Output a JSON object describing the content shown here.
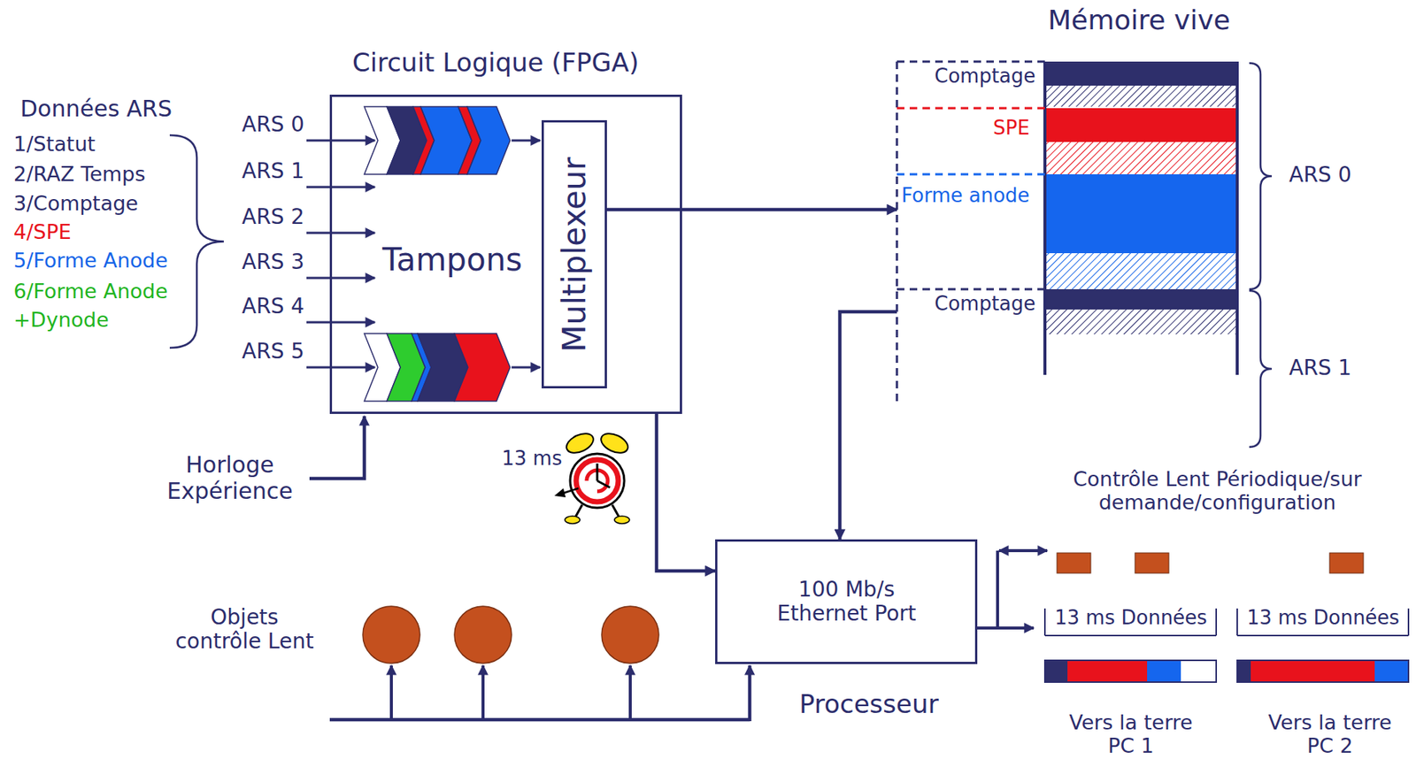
{
  "diagram": {
    "nodes": [
      {
        "text": [
          "Circuit Logique (FPGA)",
          "Tampons"
        ]
      },
      {
        "text": [
          "Multiplexeur"
        ],
        "in": 0
      },
      {
        "text": [
          "Mémoire vive"
        ]
      },
      {
        "text": [
          "100 Mb/s Ethernet Port",
          "Processeur"
        ]
      }
    ],
    "edges": [
      {
        "from": 1,
        "to": 2,
        "arrow": "to"
      },
      {
        "from": 0,
        "to": 3,
        "arrow": "to"
      },
      {
        "from": 2,
        "to": 3,
        "arrow": "to"
      }
    ],
    "labels": [
      "Données ARS",
      "1/Statut",
      "2/RAZ Temps",
      "3/Comptage",
      "4/SPE",
      "5/Forme Anode",
      "6/Forme Anode +Dynode",
      "ARS 0",
      "ARS 1",
      "ARS 2",
      "ARS 3",
      "ARS 4",
      "ARS 5",
      "Horloge Expérience",
      "13 ms",
      "Comptage",
      "SPE",
      "Forme anode",
      "Comptage",
      "ARS 0",
      "ARS 1",
      "Objets contrôle Lent",
      "Contrôle Lent Périodique/sur demande/configuration",
      "13 ms Données",
      "13 ms Données",
      "Vers la terre PC 1",
      "Vers la terre PC 2"
    ]
  }
}
